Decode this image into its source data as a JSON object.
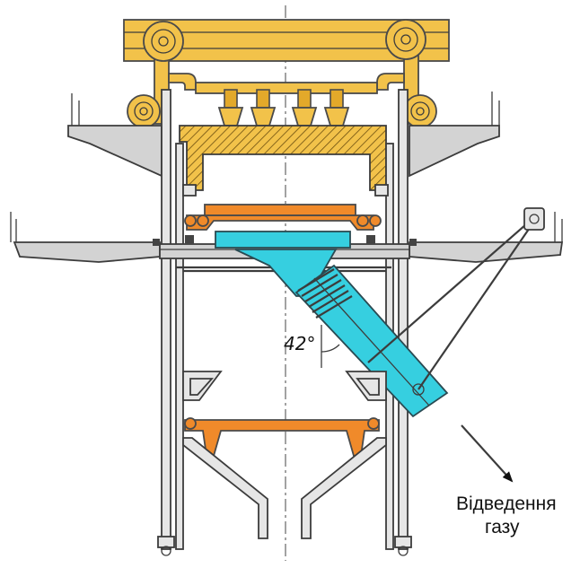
{
  "annotations": {
    "angle_label": "42°",
    "outlet_label_line1": "Відведення",
    "outlet_label_line2": "газу"
  },
  "colors": {
    "top_frame": "#f2c24a",
    "trolley": "#f08a2a",
    "gas_outlet_pipe": "#36cfe0",
    "platform": "#d3d3d3"
  }
}
